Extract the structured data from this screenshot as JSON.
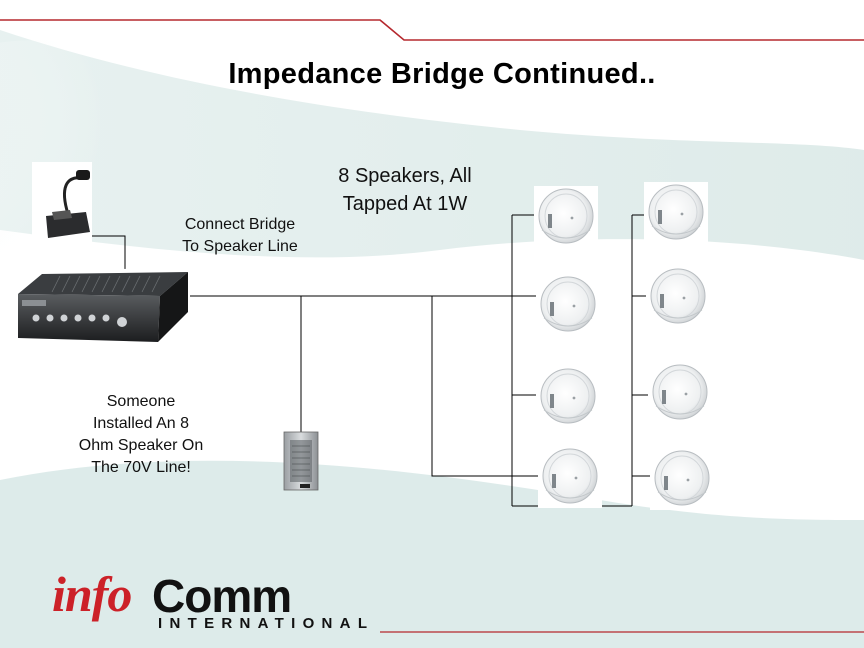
{
  "slide": {
    "title": "Impedance Bridge Continued..",
    "labels": {
      "connect_bridge": [
        "Connect Bridge",
        "To Speaker Line"
      ],
      "speakers": [
        "8 Speakers, All",
        "Tapped At 1W"
      ],
      "someone": [
        "Someone",
        "Installed An 8",
        "Ohm Speaker On",
        "The 70V Line!"
      ]
    }
  },
  "logo": {
    "info": "info",
    "comm": "Comm",
    "international": "INTERNATIONAL"
  },
  "colors": {
    "background_band": "#cfe3e1",
    "accent_line": "#b5282e",
    "wire": "#000000",
    "logo_red": "#cc2128"
  },
  "devices": {
    "microphone": "desktop-paging-microphone",
    "amplifier": "mixer-amplifier",
    "extra_speaker": "box-speaker-8-ohm",
    "ceiling_speakers": "ceiling-speaker-icon"
  }
}
